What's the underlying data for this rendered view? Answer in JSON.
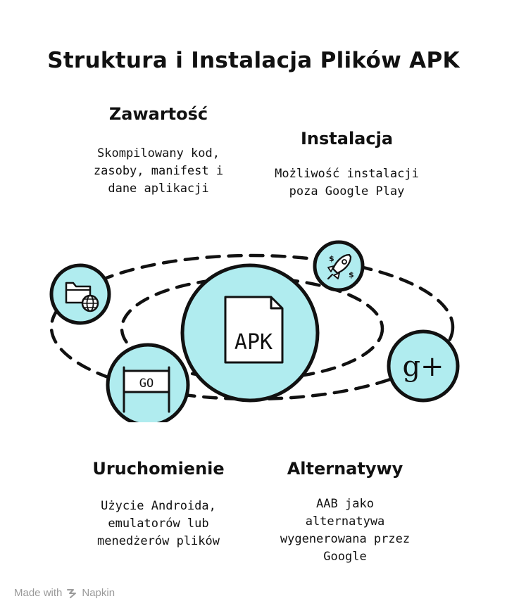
{
  "title": "Struktura i Instalacja Plików APK",
  "sections": {
    "content": {
      "heading": "Zawartość",
      "text": "Skompilowany kod,\nzasoby, manifest i\ndane aplikacji"
    },
    "install": {
      "heading": "Instalacja",
      "text": "Możliwość instalacji\npoza Google Play"
    },
    "run": {
      "heading": "Uruchomienie",
      "text": "Użycie Androida,\nemulatorów lub\nmenedżerów plików"
    },
    "alt": {
      "heading": "Alternatywy",
      "text": "AAB jako\nalternatywa\nwygenerowana przez\nGoogle"
    }
  },
  "diagram": {
    "center_label": "APK",
    "sign_label": "GO",
    "google_plus_label": "g+"
  },
  "colors": {
    "fill": "#b0ecef",
    "stroke": "#111111",
    "muted": "#9a9a9a"
  },
  "footer": {
    "made_with": "Made with",
    "brand": "Napkin"
  }
}
